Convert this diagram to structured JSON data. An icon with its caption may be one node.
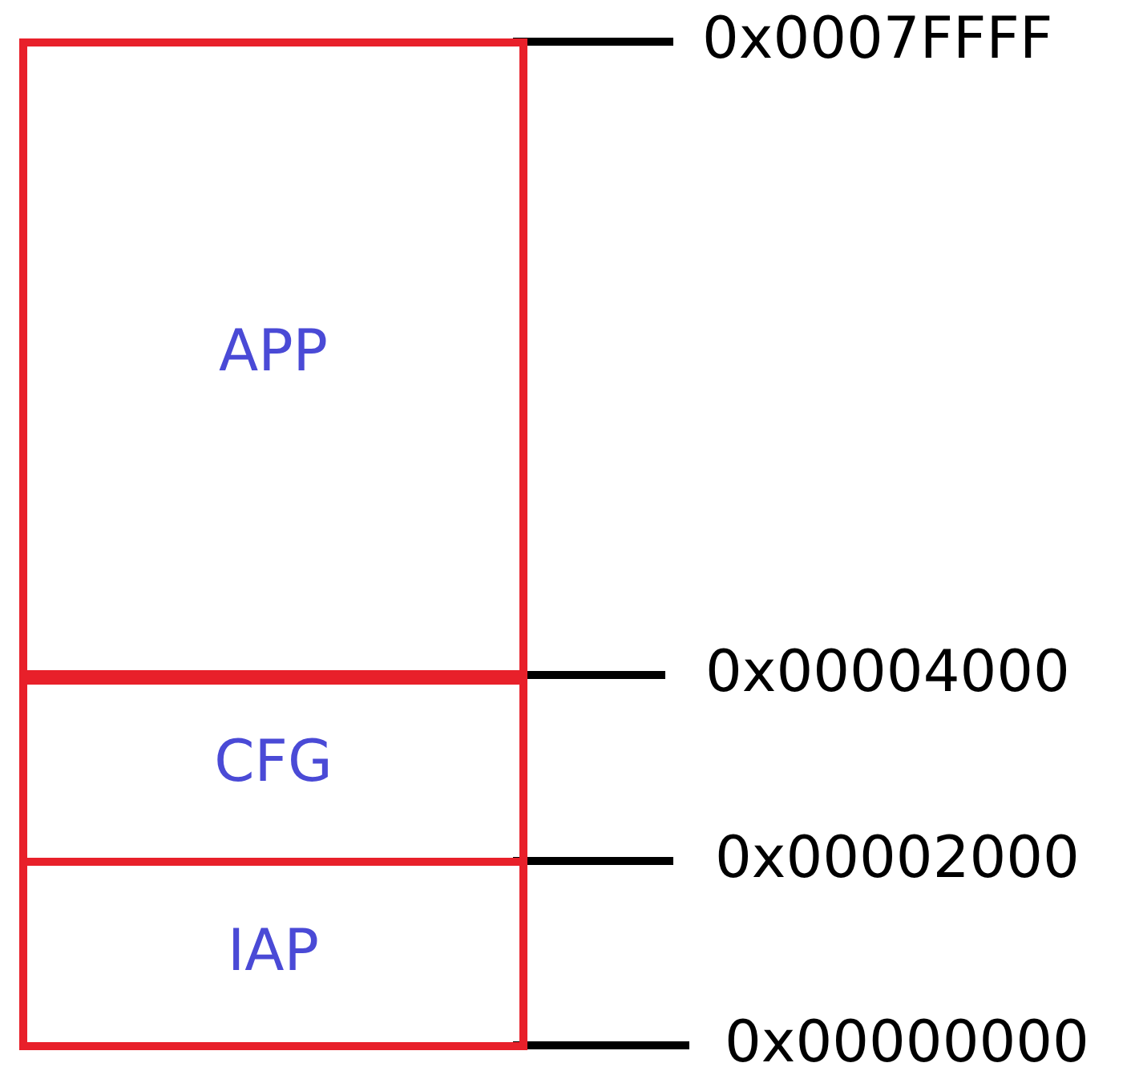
{
  "diagram": {
    "nodes": [
      {
        "text": [
          "APP"
        ]
      },
      {
        "text": [
          "CFG"
        ]
      },
      {
        "text": [
          "IAP"
        ]
      }
    ],
    "labels": [
      "0x0007FFFF",
      "0x00004000",
      "0x00002000",
      "0x00000000"
    ]
  }
}
